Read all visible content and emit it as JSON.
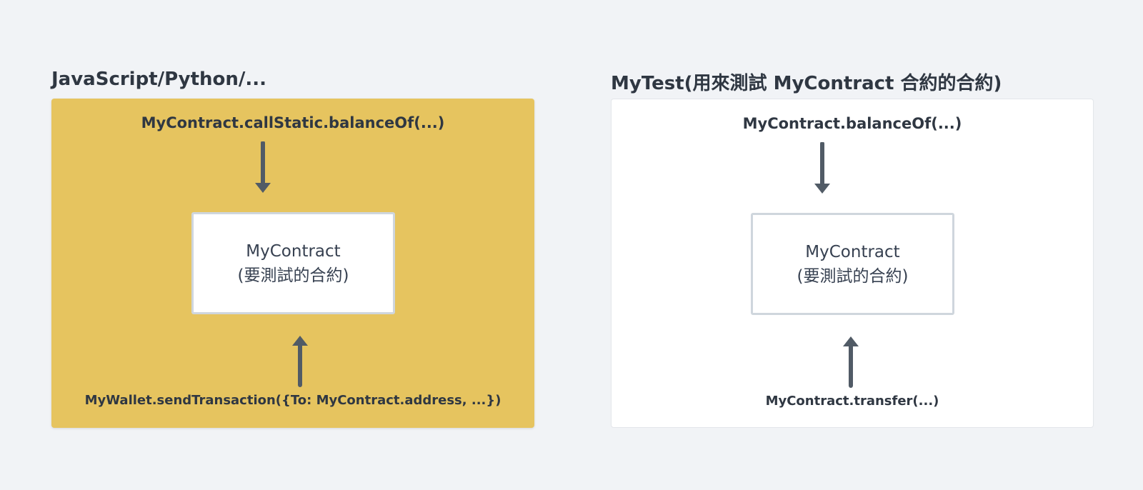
{
  "left_panel": {
    "title": "JavaScript/Python/...",
    "top_call": "MyContract.callStatic.balanceOf(...)",
    "contract_name": "MyContract",
    "contract_note": "(要測試的合約)",
    "bottom_call": "MyWallet.sendTransaction({To: MyContract.address, ...})"
  },
  "right_panel": {
    "title": "MyTest(用來測試 MyContract 合約的合約)",
    "top_call": "MyContract.balanceOf(...)",
    "contract_name": "MyContract",
    "contract_note": "(要測試的合約)",
    "bottom_call": "MyContract.transfer(...)"
  },
  "colors": {
    "left_panel_bg": "#e6c45f",
    "right_panel_bg": "#ffffff",
    "arrow": "#515b66",
    "page_bg": "#f1f3f6"
  },
  "icons": {
    "down_arrow": "arrow-down-icon",
    "up_arrow": "arrow-up-icon"
  }
}
